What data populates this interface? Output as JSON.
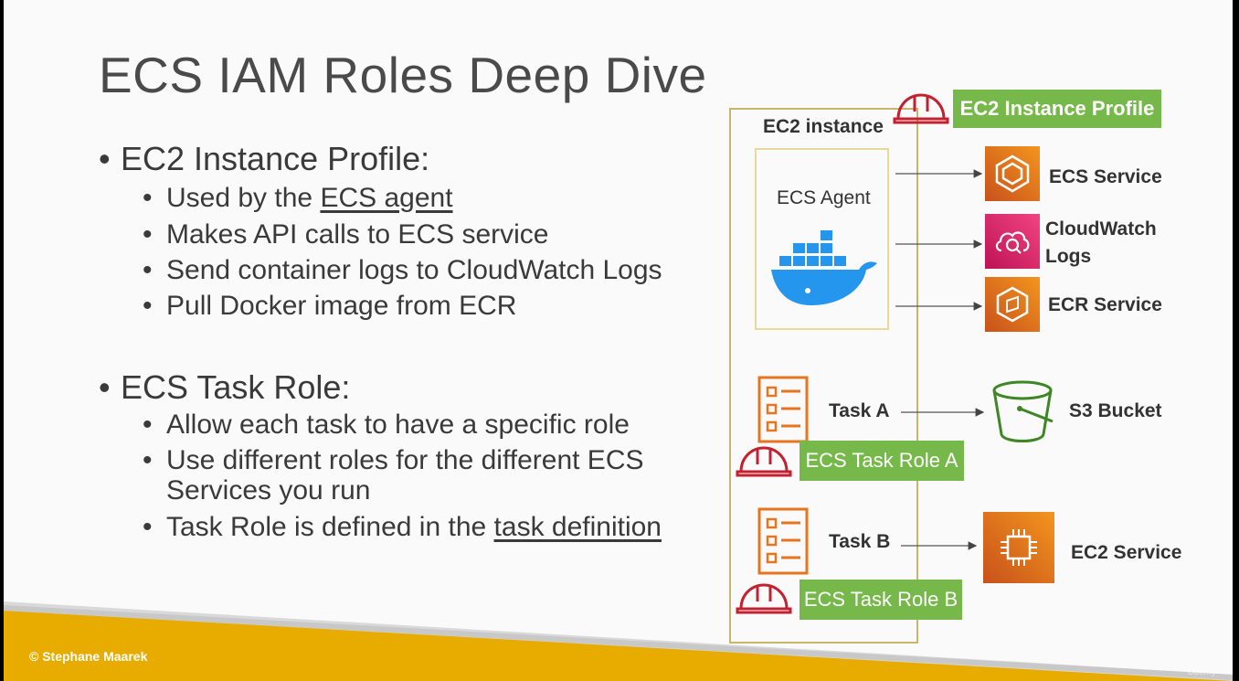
{
  "title": "ECS IAM Roles Deep Dive",
  "section1": {
    "heading": "EC2 Instance Profile:",
    "items": [
      {
        "pre": "Used by the ",
        "link": "ECS agent"
      },
      {
        "text": "Makes API calls to ECS service"
      },
      {
        "text": "Send container logs to CloudWatch Logs"
      },
      {
        "text": "Pull Docker image from ECR"
      }
    ]
  },
  "section2": {
    "heading": "ECS Task Role:",
    "items": [
      {
        "text": "Allow each task to have a specific role"
      },
      {
        "line1": "Use different roles for the different ECS",
        "line2": "Services you run"
      },
      {
        "pre": "Task Role is defined in the ",
        "link": "task definition"
      }
    ]
  },
  "bullet": "•",
  "diagram": {
    "ec2_instance_label": "EC2 instance",
    "instance_profile_label": "EC2 Instance Profile",
    "ecs_agent_label": "ECS Agent",
    "services": {
      "ecs": "ECS Service",
      "cloudwatch_line1": "CloudWatch",
      "cloudwatch_line2": "Logs",
      "ecr": "ECR Service",
      "s3": "S3 Bucket",
      "ec2": "EC2 Service"
    },
    "task_a": "Task A",
    "task_b": "Task B",
    "task_role_a": "ECS Task Role A",
    "task_role_b": "ECS Task Role B",
    "colors": {
      "green": "#77b84a",
      "orange": "#e8741e",
      "pink": "#d6216a",
      "role_red": "#c4202f",
      "s3_green": "#3f8624",
      "docker_blue": "#2496ed",
      "footer_gold": "#e8ac00"
    },
    "icons": [
      "hardhat-icon",
      "ecs-icon",
      "cloudwatch-icon",
      "ecr-icon",
      "s3-bucket-icon",
      "ec2-chip-icon",
      "task-list-icon",
      "docker-whale-icon"
    ]
  },
  "footer": {
    "copyright": "© Stephane Maarek",
    "watermark": "Udemy"
  }
}
